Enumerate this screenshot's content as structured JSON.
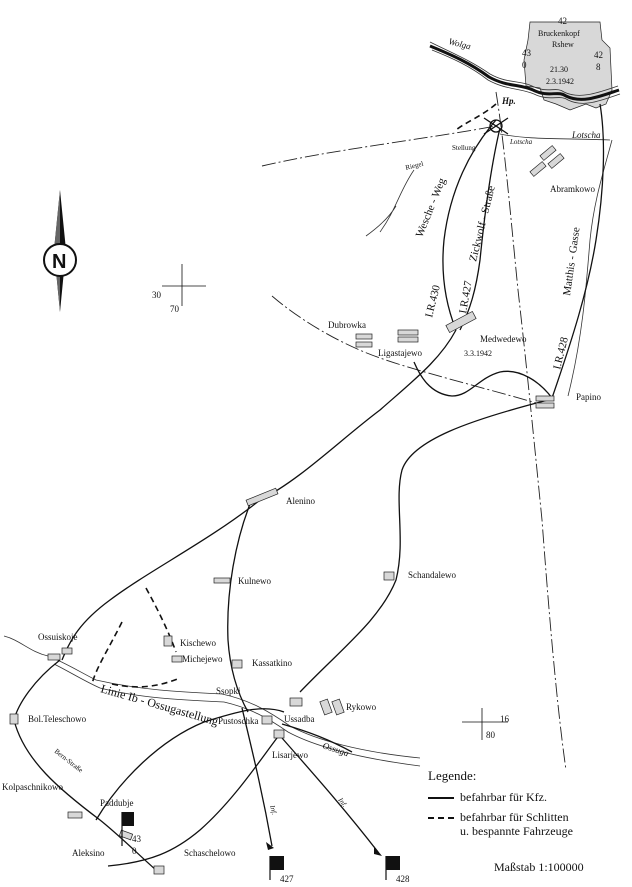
{
  "city": {
    "label1": "Bruckenkopf",
    "label2": "Rshew",
    "date1": "21.30",
    "date2": "2.3.1942",
    "n1": "42",
    "n2": "43",
    "n3": "0",
    "n4": "42",
    "n5": "8"
  },
  "rivers": {
    "wolga": "Wolga",
    "lotscha": "Lotscha",
    "lotscha2": "Lotscha",
    "ossuga": "Ossuga"
  },
  "roads": {
    "hp": "Hp.",
    "stellung": "Stellung",
    "riegel": "Riegel",
    "wesche": "Wesche - Weg",
    "zickwolf": "Zickwolf - Straße",
    "matthis": "Matthis - Gasse",
    "ir427": "I.R.427",
    "ir430": "I.R.430",
    "ir428": "I.R.428",
    "linie": "Linie Ib - Ossugastellung",
    "bernstrasse": "Bern-Straße",
    "inf1": "Inf.",
    "inf2": "Inf."
  },
  "villages": {
    "abramkowo": "Abramkowo",
    "dubrowka": "Dubrowka",
    "ligastajewo": "Ligastajewo",
    "medwedewo": "Medwedewo",
    "medwedewo_date": "3.3.1942",
    "papino": "Papino",
    "alenino": "Alenino",
    "kulnewo": "Kulnewo",
    "schandalewo": "Schandalewo",
    "kischewo": "Kischewo",
    "michejewo": "Michejewo",
    "kassatkino": "Kassatkino",
    "ossuiskoje": "Ossuiskoje",
    "ssopki": "Ssopki",
    "rykowo": "Rykowo",
    "pustoschka": "Pustoschka",
    "ussadba": "Ussadba",
    "lisarjewo": "Lisarjewo",
    "bol_teleschowo": "Bol.Teleschowo",
    "kolpaschnikowo": "Kolpaschnikowo",
    "paddubje": "Paddubje",
    "aleksino": "Aleksino",
    "schaschelowo": "Schaschelowo"
  },
  "grid": {
    "a1": "30",
    "a2": "70",
    "b1": "16",
    "b2": "80"
  },
  "markers": {
    "m43": "43",
    "m0": "0",
    "f427": "427",
    "f428": "428"
  },
  "compass": {
    "letter": "N"
  },
  "legend": {
    "title": "Legende:",
    "solid": "befahrbar für Kfz.",
    "dashed_line1": "befahrbar für Schlitten",
    "dashed_line2": "u. bespannte Fahrzeuge"
  },
  "scale": "Maßstab 1:100000"
}
